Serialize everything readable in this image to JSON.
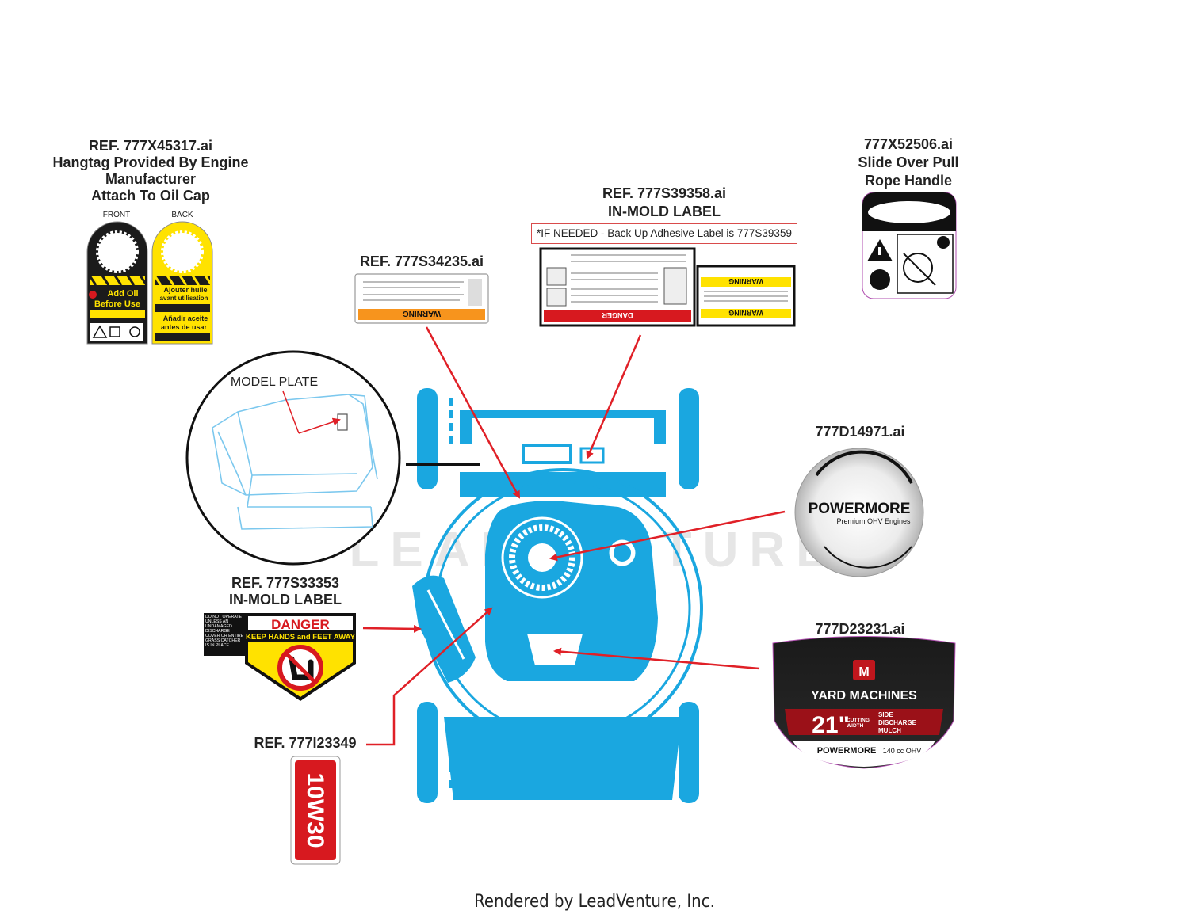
{
  "diagram": {
    "callouts": {
      "hangtag": [
        "REF. 777X45317.ai",
        "Hangtag Provided By Engine",
        "Manufacturer",
        "Attach To Oil Cap"
      ],
      "hangtag_sides": {
        "front": "FRONT",
        "back": "BACK"
      },
      "rope_handle": [
        "777X52506.ai",
        "Slide Over Pull",
        "Rope Handle"
      ],
      "inmold_top": [
        "REF. 777S39358.ai",
        "IN-MOLD LABEL"
      ],
      "inmold_top_note": "*IF NEEDED - Back Up Adhesive Label is 777S39359",
      "warning_small": "REF. 777S34235.ai",
      "model_plate": "MODEL PLATE",
      "powermore_ref": "777D14971.ai",
      "inmold_left": [
        "REF. 777S33353",
        "IN-MOLD LABEL"
      ],
      "yard_ref": "777D23231.ai",
      "oil_ref": "REF. 777I23349"
    },
    "label_text": {
      "hangtag_front_line1": "Add Oil",
      "hangtag_front_line2": "Before Use",
      "hangtag_back_line1": "Ajouter huile",
      "hangtag_back_line2": "avant utilisation",
      "hangtag_back_line3": "Añadir aceite",
      "hangtag_back_line4": "antes de usar",
      "warning": "WARNING",
      "danger": "DANGER",
      "danger_sub": "KEEP HANDS and FEET AWAY",
      "danger_side": "DO NOT OPERATE UNLESS AN UNDAMAGED DISCHARGE COVER OR ENTIRE GRASS CATCHER IS IN PLACE.",
      "powermore": "POWERMORE",
      "powermore_sub": "Premium OHV Engines",
      "yard_brand": "YARD MACHINES",
      "yard_size": "21\"",
      "yard_cutting": "CUTTING WIDTH",
      "yard_modes": "SIDE DISCHARGE MULCH",
      "yard_engine": "POWERMORE",
      "yard_cc": "140 cc OHV",
      "oil": "10W30"
    },
    "footer": "Rendered by LeadVenture, Inc.",
    "watermark": "LEADVENTURE"
  },
  "colors": {
    "mower": "#1aa7e0",
    "arrow": "#e02027",
    "warning_yellow": "#ffe200",
    "warning_orange": "#f7941d",
    "danger_red": "#d7191f",
    "label_dark": "#1a1a1a"
  }
}
